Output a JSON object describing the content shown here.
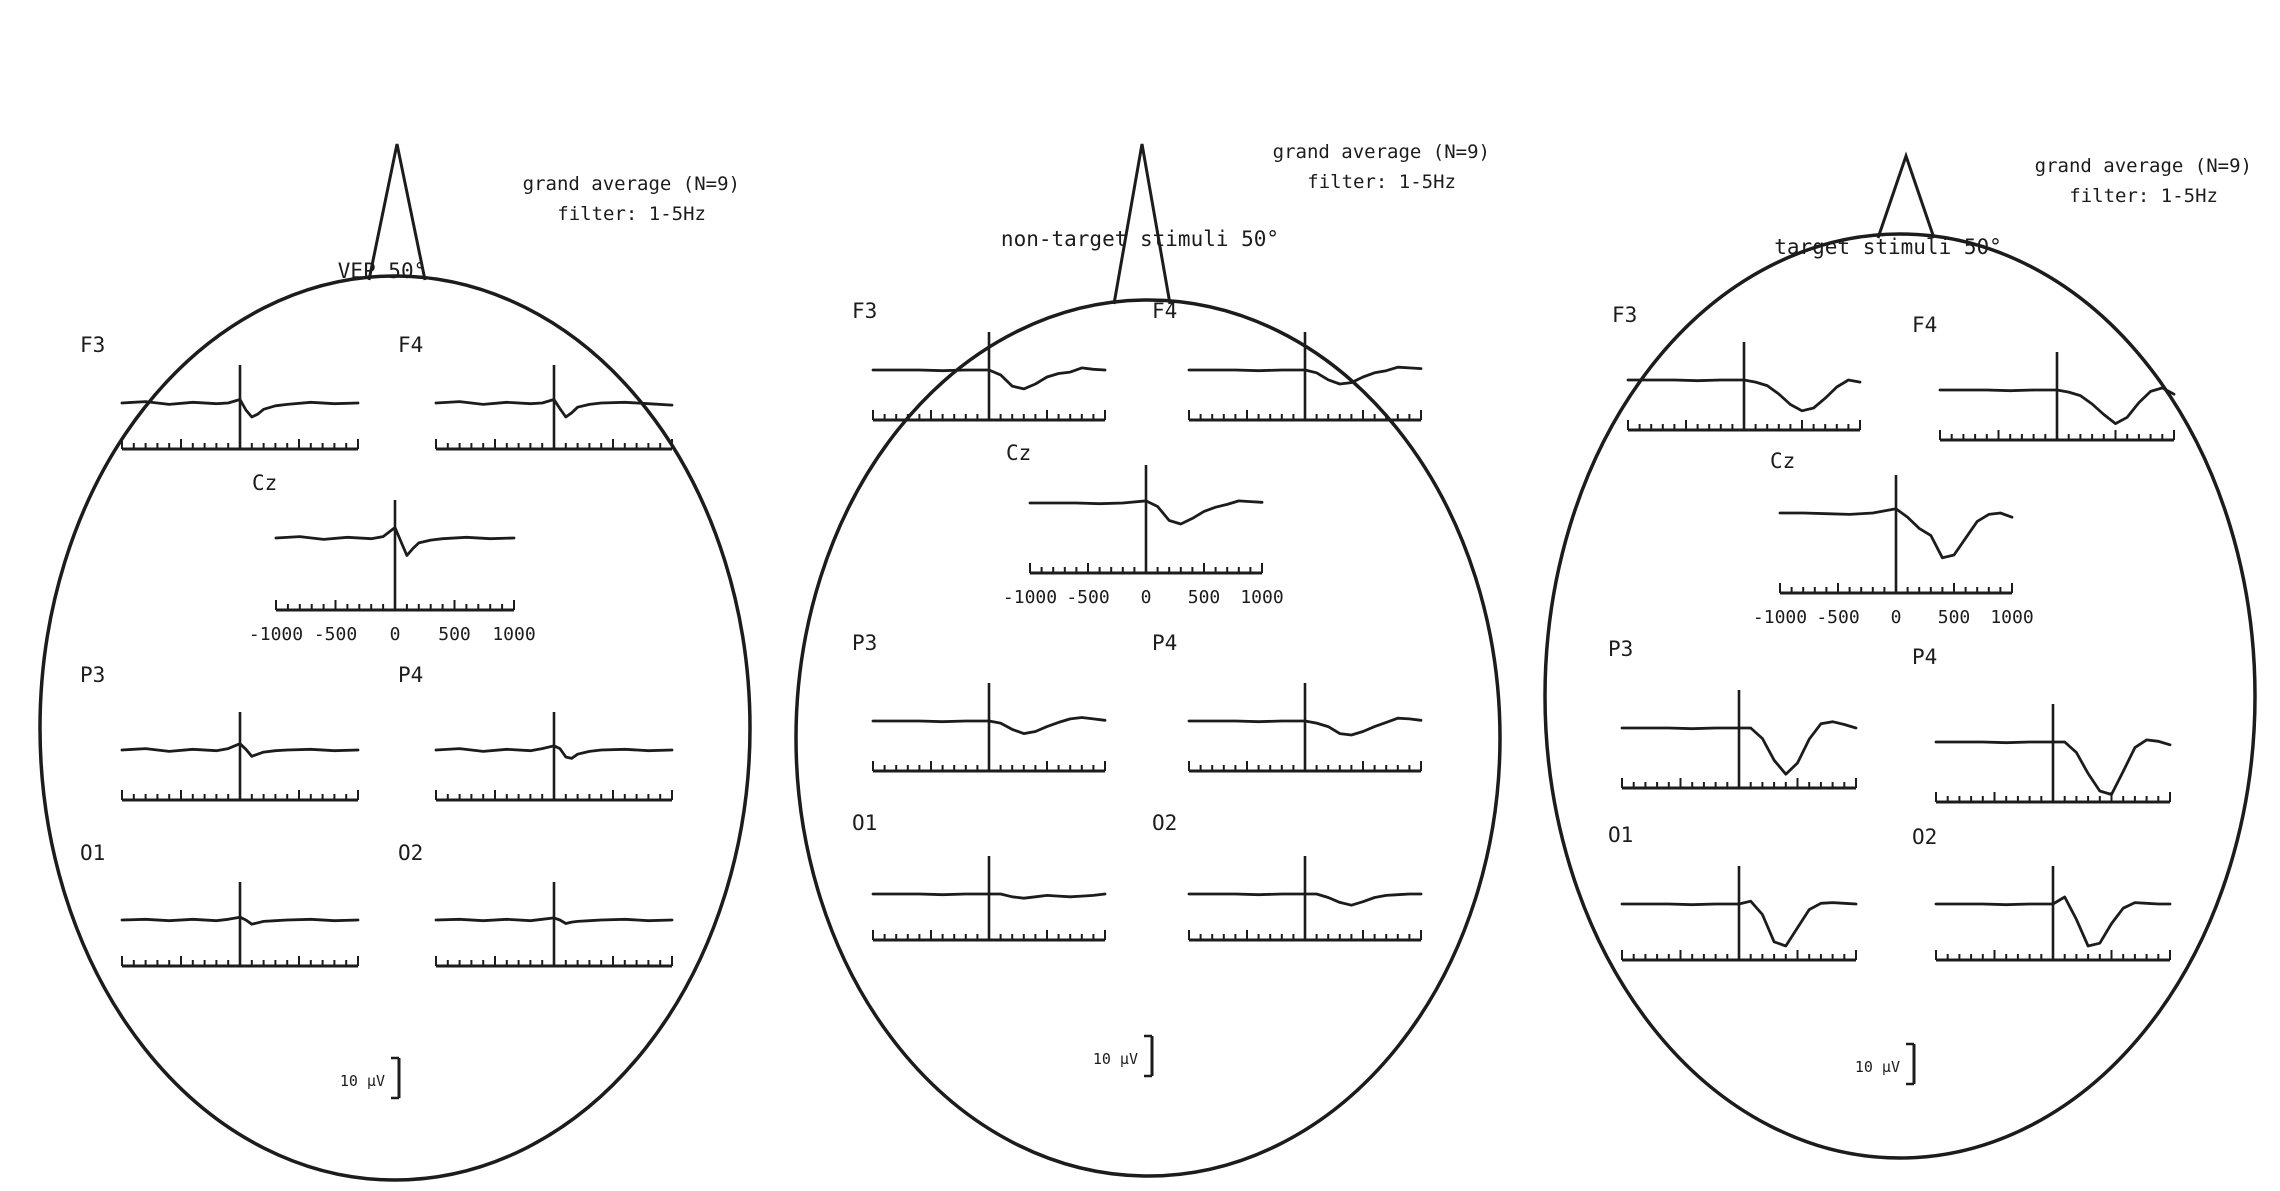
{
  "chart_data": [
    {
      "type": "line",
      "title": "VEP 50°",
      "info": [
        "grand average (N=9)",
        "filter: 1-5Hz"
      ],
      "scale_label": "10 µV",
      "axis_ticks": [
        "-1000",
        "-500",
        "0",
        "500",
        "1000"
      ],
      "xlim": [
        -1000,
        1000
      ],
      "channels": [
        {
          "name": "F3",
          "x": [
            -1000,
            -800,
            -600,
            -400,
            -200,
            -100,
            0,
            50,
            100,
            150,
            200,
            300,
            400,
            600,
            800,
            1000
          ],
          "y": [
            0,
            0.2,
            -0.2,
            0.1,
            -0.1,
            0,
            0.5,
            -1.0,
            -2.0,
            -1.6,
            -0.9,
            -0.4,
            -0.2,
            0.1,
            -0.1,
            0
          ]
        },
        {
          "name": "F4",
          "x": [
            -1000,
            -800,
            -600,
            -400,
            -200,
            -100,
            0,
            50,
            100,
            150,
            200,
            300,
            400,
            600,
            800,
            1000
          ],
          "y": [
            0,
            0.2,
            -0.2,
            0.1,
            -0.1,
            0,
            0.5,
            -0.8,
            -2.0,
            -1.4,
            -0.6,
            -0.2,
            0,
            0.1,
            -0.1,
            -0.3
          ]
        },
        {
          "name": "Cz",
          "x": [
            -1000,
            -800,
            -600,
            -400,
            -200,
            -100,
            0,
            50,
            100,
            150,
            200,
            300,
            400,
            600,
            800,
            1000
          ],
          "y": [
            0,
            0.2,
            -0.2,
            0.1,
            -0.1,
            0.2,
            1.5,
            -0.5,
            -2.5,
            -1.5,
            -0.7,
            -0.3,
            -0.1,
            0.1,
            -0.1,
            0
          ]
        },
        {
          "name": "P3",
          "x": [
            -1000,
            -800,
            -600,
            -400,
            -200,
            -100,
            0,
            50,
            100,
            150,
            200,
            300,
            400,
            600,
            800,
            1000
          ],
          "y": [
            0,
            0.2,
            -0.2,
            0.1,
            -0.1,
            0.2,
            0.9,
            0.1,
            -0.9,
            -0.6,
            -0.3,
            -0.1,
            0,
            0.1,
            -0.1,
            0
          ]
        },
        {
          "name": "P4",
          "x": [
            -1000,
            -800,
            -600,
            -400,
            -200,
            -100,
            0,
            50,
            100,
            150,
            200,
            300,
            400,
            600,
            800,
            1000
          ],
          "y": [
            0,
            0.2,
            -0.2,
            0.1,
            -0.1,
            0.2,
            0.6,
            0.2,
            -1.0,
            -1.2,
            -0.6,
            -0.2,
            0,
            0.1,
            -0.1,
            0
          ]
        },
        {
          "name": "O1",
          "x": [
            -1000,
            -800,
            -600,
            -400,
            -200,
            -100,
            0,
            50,
            100,
            150,
            200,
            300,
            400,
            600,
            800,
            1000
          ],
          "y": [
            0,
            0.1,
            -0.1,
            0.1,
            -0.1,
            0.1,
            0.4,
            0,
            -0.6,
            -0.4,
            -0.2,
            -0.1,
            0,
            0.1,
            -0.1,
            0
          ]
        },
        {
          "name": "O2",
          "x": [
            -1000,
            -800,
            -600,
            -400,
            -200,
            -100,
            0,
            50,
            100,
            150,
            200,
            300,
            400,
            600,
            800,
            1000
          ],
          "y": [
            0,
            0.1,
            -0.1,
            0.1,
            -0.1,
            0.1,
            0.3,
            0,
            -0.5,
            -0.3,
            -0.2,
            -0.1,
            0,
            0.1,
            -0.1,
            0
          ]
        }
      ]
    },
    {
      "type": "line",
      "title": "non-target stimuli 50°",
      "info": [
        "grand average (N=9)",
        "filter: 1-5Hz"
      ],
      "scale_label": "10 µV",
      "axis_ticks": [
        "-1000",
        "-500",
        "0",
        "500",
        "1000"
      ],
      "xlim": [
        -1000,
        1000
      ],
      "channels": [
        {
          "name": "F3",
          "x": [
            -1000,
            -800,
            -600,
            -400,
            -200,
            0,
            100,
            200,
            300,
            400,
            500,
            600,
            700,
            800,
            900,
            1000
          ],
          "y": [
            0,
            0,
            0,
            -0.1,
            0,
            0,
            -0.7,
            -2.3,
            -2.7,
            -2.0,
            -1.0,
            -0.5,
            -0.3,
            0.3,
            0.1,
            0
          ]
        },
        {
          "name": "F4",
          "x": [
            -1000,
            -800,
            -600,
            -400,
            -200,
            0,
            100,
            200,
            300,
            400,
            500,
            600,
            700,
            800,
            900,
            1000
          ],
          "y": [
            0,
            0,
            0,
            -0.1,
            0,
            0,
            -0.4,
            -1.4,
            -2.0,
            -1.8,
            -1.0,
            -0.4,
            -0.1,
            0.4,
            0.3,
            0.2
          ]
        },
        {
          "name": "Cz",
          "x": [
            -1000,
            -800,
            -600,
            -400,
            -200,
            0,
            100,
            200,
            300,
            400,
            500,
            600,
            700,
            800,
            900,
            1000
          ],
          "y": [
            0,
            0,
            0,
            -0.1,
            0,
            0.3,
            -0.5,
            -2.5,
            -3.0,
            -2.2,
            -1.2,
            -0.6,
            -0.2,
            0.3,
            0.2,
            0.1
          ]
        },
        {
          "name": "P3",
          "x": [
            -1000,
            -800,
            -600,
            -400,
            -200,
            0,
            100,
            200,
            300,
            400,
            500,
            600,
            700,
            800,
            900,
            1000
          ],
          "y": [
            0,
            0,
            0,
            -0.1,
            0,
            0,
            -0.3,
            -1.2,
            -1.8,
            -1.5,
            -0.8,
            -0.2,
            0.3,
            0.5,
            0.3,
            0.1
          ]
        },
        {
          "name": "P4",
          "x": [
            -1000,
            -800,
            -600,
            -400,
            -200,
            0,
            100,
            200,
            300,
            400,
            500,
            600,
            700,
            800,
            900,
            1000
          ],
          "y": [
            0,
            0,
            0,
            -0.1,
            0,
            0,
            -0.3,
            -0.8,
            -1.8,
            -2.0,
            -1.5,
            -0.8,
            -0.2,
            0.4,
            0.3,
            0.1
          ]
        },
        {
          "name": "O1",
          "x": [
            -1000,
            -800,
            -600,
            -400,
            -200,
            0,
            100,
            200,
            300,
            400,
            500,
            600,
            700,
            800,
            900,
            1000
          ],
          "y": [
            0,
            0,
            0,
            -0.1,
            0,
            0,
            0,
            -0.4,
            -0.6,
            -0.4,
            -0.2,
            -0.3,
            -0.4,
            -0.3,
            -0.2,
            0
          ]
        },
        {
          "name": "O2",
          "x": [
            -1000,
            -800,
            -600,
            -400,
            -200,
            0,
            100,
            200,
            300,
            400,
            500,
            600,
            700,
            800,
            900,
            1000
          ],
          "y": [
            0,
            0,
            0,
            -0.1,
            0,
            0,
            0,
            -0.5,
            -1.2,
            -1.6,
            -1.1,
            -0.5,
            -0.2,
            -0.1,
            0,
            0
          ]
        }
      ]
    },
    {
      "type": "line",
      "title": "target stimuli 50°",
      "info": [
        "grand average (N=9)",
        "filter: 1-5Hz"
      ],
      "scale_label": "10 µV",
      "axis_ticks": [
        "-1000",
        "-500",
        "0",
        "500",
        "1000"
      ],
      "xlim": [
        -1000,
        1000
      ],
      "channels": [
        {
          "name": "F3",
          "x": [
            -1000,
            -800,
            -600,
            -400,
            -200,
            0,
            100,
            200,
            300,
            400,
            500,
            600,
            700,
            800,
            900,
            1000
          ],
          "y": [
            0,
            0,
            0,
            -0.1,
            0,
            0,
            -0.3,
            -0.8,
            -2.0,
            -3.5,
            -4.4,
            -4.0,
            -2.6,
            -1.0,
            0,
            -0.3
          ]
        },
        {
          "name": "F4",
          "x": [
            -1000,
            -800,
            -600,
            -400,
            -200,
            0,
            100,
            200,
            300,
            400,
            500,
            600,
            700,
            800,
            900,
            1000
          ],
          "y": [
            0,
            0,
            0,
            -0.1,
            0,
            0,
            -0.3,
            -0.8,
            -2.0,
            -3.5,
            -4.8,
            -3.9,
            -1.8,
            -0.2,
            0.3,
            -0.6
          ]
        },
        {
          "name": "Cz",
          "x": [
            -1000,
            -800,
            -600,
            -400,
            -200,
            0,
            100,
            200,
            300,
            400,
            500,
            600,
            700,
            800,
            900,
            1000
          ],
          "y": [
            0,
            0,
            -0.1,
            -0.2,
            0,
            0.6,
            -0.6,
            -2.2,
            -3.2,
            -6.4,
            -6.0,
            -3.6,
            -1.2,
            -0.2,
            0,
            -0.6
          ]
        },
        {
          "name": "P3",
          "x": [
            -1000,
            -800,
            -600,
            -400,
            -200,
            0,
            100,
            200,
            300,
            400,
            500,
            600,
            700,
            800,
            900,
            1000
          ],
          "y": [
            0,
            0,
            0,
            -0.1,
            0,
            0,
            0,
            -1.5,
            -4.6,
            -6.6,
            -5.0,
            -1.6,
            0.6,
            0.9,
            0.5,
            0
          ]
        },
        {
          "name": "P4",
          "x": [
            -1000,
            -800,
            -600,
            -400,
            -200,
            0,
            100,
            200,
            300,
            400,
            500,
            600,
            700,
            800,
            900,
            1000
          ],
          "y": [
            0,
            0,
            0,
            -0.1,
            0,
            0,
            0,
            -1.5,
            -4.5,
            -7.0,
            -7.5,
            -4.2,
            -0.8,
            0.3,
            0.1,
            -0.4
          ]
        },
        {
          "name": "O1",
          "x": [
            -1000,
            -800,
            -600,
            -400,
            -200,
            0,
            100,
            200,
            300,
            400,
            500,
            600,
            700,
            800,
            900,
            1000
          ],
          "y": [
            0,
            0,
            0,
            -0.1,
            0,
            0,
            0.4,
            -1.5,
            -5.4,
            -6.0,
            -3.4,
            -0.8,
            0.1,
            0.2,
            0.1,
            0
          ]
        },
        {
          "name": "O2",
          "x": [
            -1000,
            -800,
            -600,
            -400,
            -200,
            0,
            100,
            200,
            300,
            400,
            500,
            600,
            700,
            800,
            900,
            1000
          ],
          "y": [
            0,
            0,
            0,
            -0.1,
            0,
            0,
            1.0,
            -2.2,
            -6.0,
            -5.6,
            -2.8,
            -0.6,
            0.2,
            0.1,
            0,
            0
          ]
        }
      ]
    }
  ]
}
